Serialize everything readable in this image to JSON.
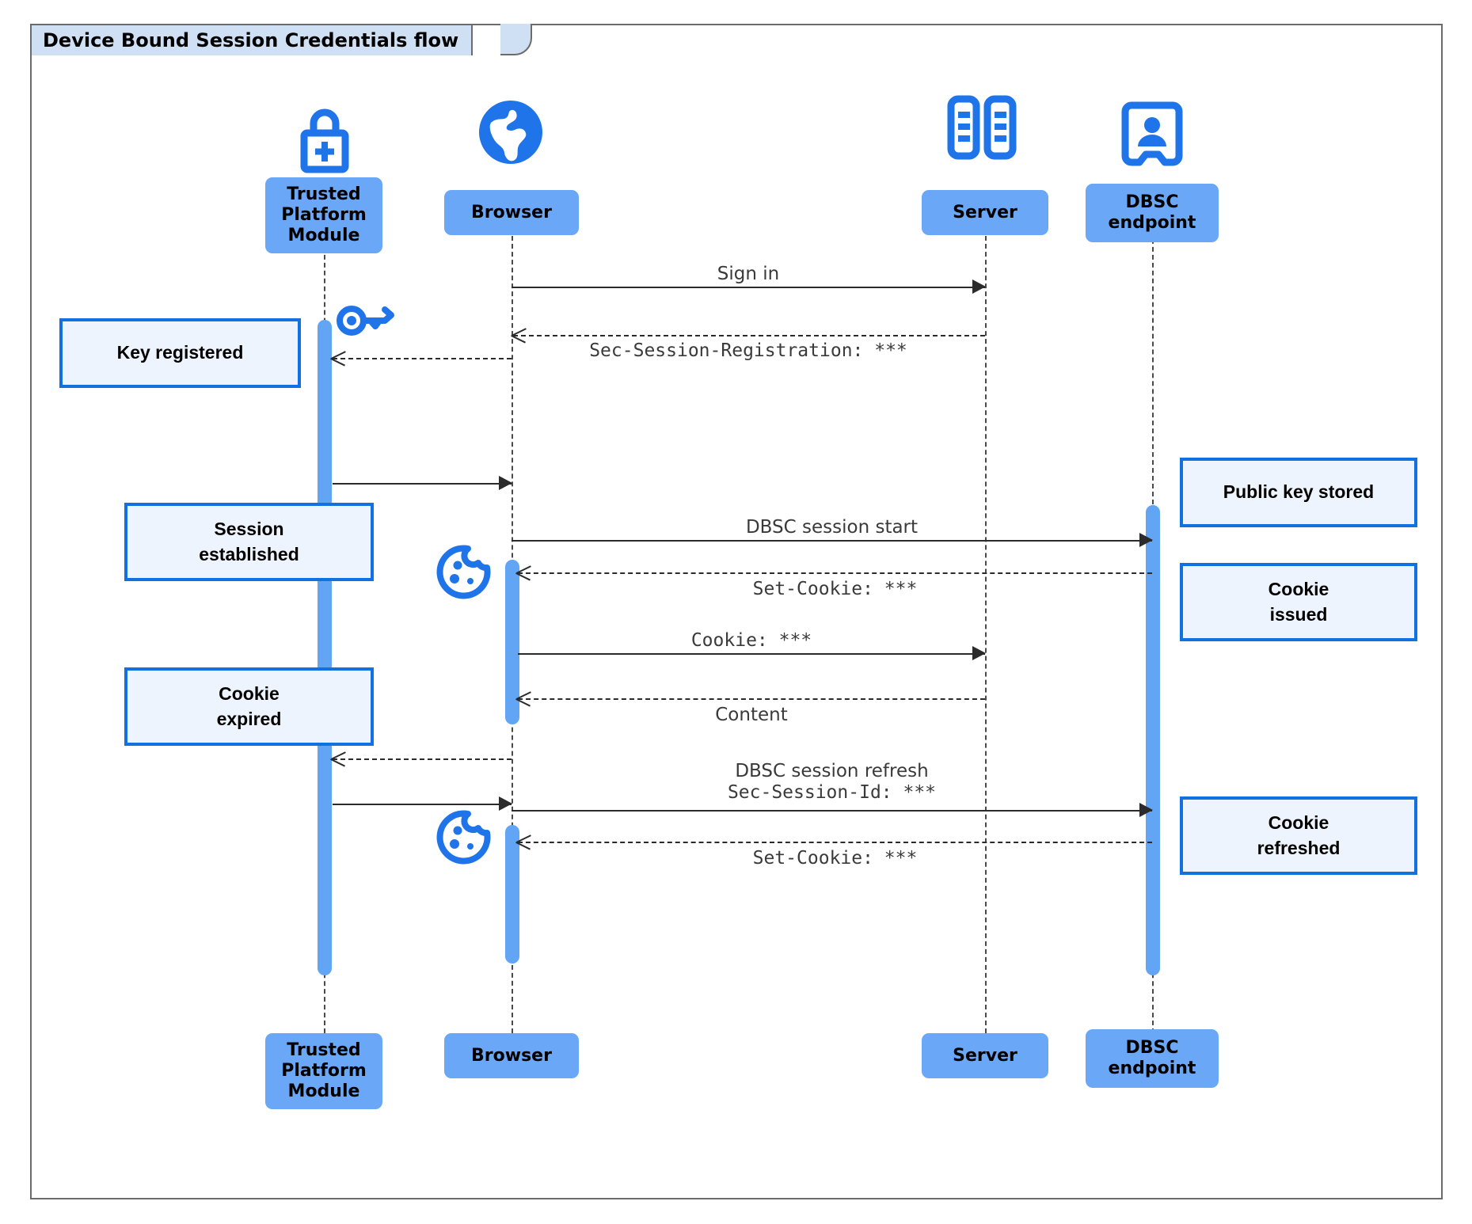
{
  "frame": {
    "title": "Device Bound Session Credentials flow"
  },
  "colors": {
    "participant_fill": "#6aa8f7",
    "note_fill": "#eef4fd",
    "note_border": "#1271e0",
    "activation_fill": "#62a5f5",
    "icon_blue": "#1e74e8",
    "frame_border": "#6b6b6b",
    "title_fill": "#cfe0f5",
    "message_stroke": "#2b2b2b"
  },
  "participants": [
    {
      "id": "tpm",
      "label": "Trusted\nPlatform\nModule",
      "icon": "lock-plus-icon"
    },
    {
      "id": "browser",
      "label": "Browser",
      "icon": "globe-icon"
    },
    {
      "id": "server",
      "label": "Server",
      "icon": "server-racks-icon"
    },
    {
      "id": "dbsc",
      "label": "DBSC\nendpoint",
      "icon": "id-badge-icon"
    }
  ],
  "participants_footer": [
    {
      "id": "tpm",
      "label": "Trusted\nPlatform\nModule"
    },
    {
      "id": "browser",
      "label": "Browser"
    },
    {
      "id": "server",
      "label": "Server"
    },
    {
      "id": "dbsc",
      "label": "DBSC\nendpoint"
    }
  ],
  "messages": [
    {
      "id": "m1",
      "label": "Sign in",
      "style": "solid",
      "dir": "right",
      "font": "sans",
      "from": "browser",
      "to": "server"
    },
    {
      "id": "m2",
      "label": "Sec-Session-Registration: ***",
      "style": "dashed",
      "dir": "left",
      "font": "mono",
      "from": "server",
      "to": "browser"
    },
    {
      "id": "m3",
      "label": "",
      "style": "dashed",
      "dir": "left",
      "font": "sans",
      "from": "browser",
      "to": "tpm"
    },
    {
      "id": "m4",
      "label": "",
      "style": "solid",
      "dir": "right",
      "font": "sans",
      "from": "tpm",
      "to": "browser"
    },
    {
      "id": "m5",
      "label": "DBSC session start",
      "style": "solid",
      "dir": "right",
      "font": "sans",
      "from": "browser",
      "to": "dbsc"
    },
    {
      "id": "m6",
      "label": "Set-Cookie: ***",
      "style": "dashed",
      "dir": "left",
      "font": "mono",
      "from": "dbsc",
      "to": "browser"
    },
    {
      "id": "m7",
      "label": "Cookie: ***",
      "style": "solid",
      "dir": "right",
      "font": "mono",
      "from": "browser",
      "to": "server"
    },
    {
      "id": "m8",
      "label": "Content",
      "style": "dashed",
      "dir": "left",
      "font": "sans",
      "from": "server",
      "to": "browser"
    },
    {
      "id": "m9",
      "label": "",
      "style": "dashed",
      "dir": "left",
      "font": "sans",
      "from": "browser",
      "to": "tpm"
    },
    {
      "id": "m10",
      "label": "",
      "style": "solid",
      "dir": "right",
      "font": "sans",
      "from": "tpm",
      "to": "browser"
    },
    {
      "id": "m11",
      "label_line1": "DBSC session refresh",
      "label_line2": "Sec-Session-Id: ***",
      "style": "solid",
      "dir": "right",
      "font": "mixed",
      "from": "browser",
      "to": "dbsc"
    },
    {
      "id": "m12",
      "label": "Set-Cookie: ***",
      "style": "dashed",
      "dir": "left",
      "font": "mono",
      "from": "dbsc",
      "to": "browser"
    }
  ],
  "notes": [
    {
      "id": "n1",
      "text": "Key registered",
      "side": "left-of-tpm"
    },
    {
      "id": "n2",
      "text": "Session\nestablished",
      "side": "left-of-tpm"
    },
    {
      "id": "n3",
      "text": "Cookie\nexpired",
      "side": "left-of-tpm"
    },
    {
      "id": "n4",
      "text": "Public key stored",
      "side": "right-of-dbsc"
    },
    {
      "id": "n5",
      "text": "Cookie\nissued",
      "side": "right-of-dbsc"
    },
    {
      "id": "n6",
      "text": "Cookie\nrefreshed",
      "side": "right-of-dbsc"
    }
  ],
  "inline_icons": [
    {
      "id": "key1",
      "name": "key-icon",
      "near": "tpm"
    },
    {
      "id": "cookie1",
      "name": "cookie-icon",
      "near": "browser"
    },
    {
      "id": "cookie2",
      "name": "cookie-icon",
      "near": "browser"
    }
  ]
}
